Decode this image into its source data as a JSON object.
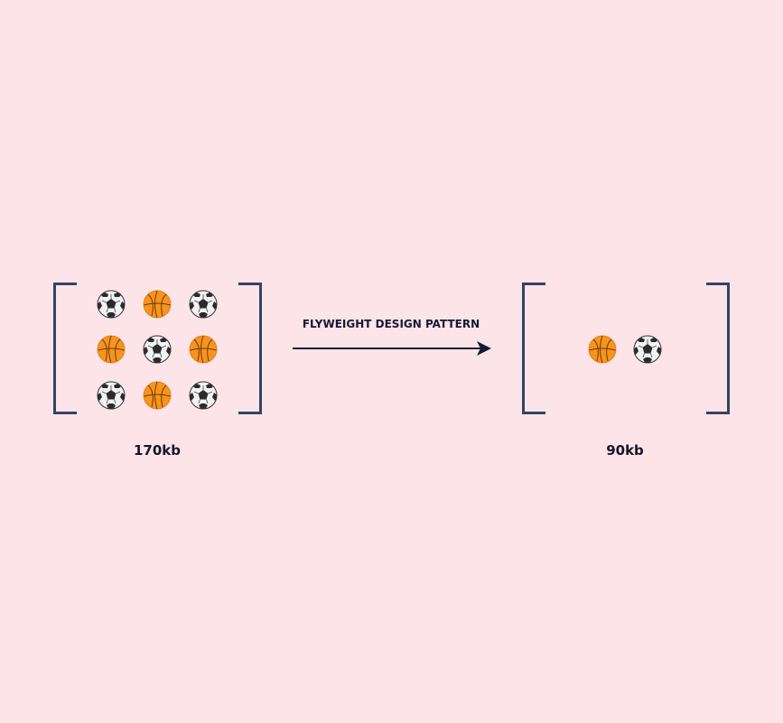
{
  "diagram": {
    "title": "FLYWEIGHT DESIGN PATTERN",
    "before": {
      "size_label": "170kb",
      "items": [
        "soccer-ball",
        "basketball",
        "soccer-ball",
        "basketball",
        "soccer-ball",
        "basketball",
        "soccer-ball",
        "basketball",
        "soccer-ball"
      ]
    },
    "after": {
      "size_label": "90kb",
      "items": [
        "basketball",
        "soccer-ball"
      ]
    },
    "colors": {
      "background": "#fde4e8",
      "bracket": "#34445f",
      "arrow": "#141a33",
      "basketball": "#f7941d"
    }
  }
}
